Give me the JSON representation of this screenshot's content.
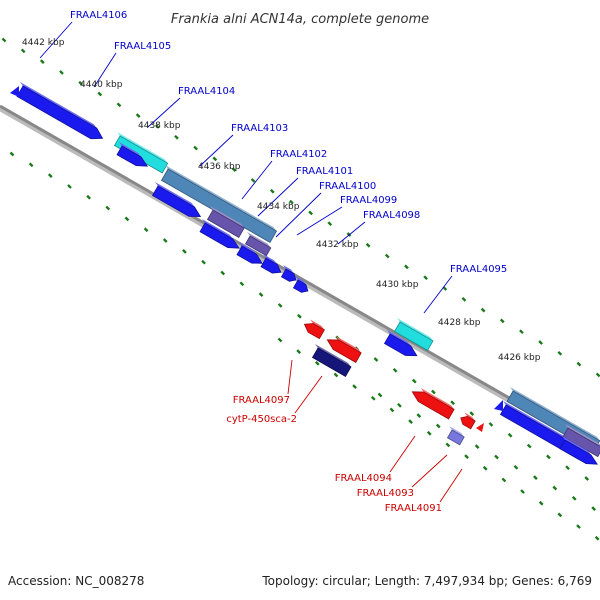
{
  "title": "Frankia alni ACN14a, complete genome",
  "footer": {
    "accession": "Accession: NC_008278",
    "topology": "Topology: circular; Length: 7,497,934 bp; Genes: 6,769"
  },
  "scale_labels": [
    "4442 kbp",
    "4440 kbp",
    "4438 kbp",
    "4436 kbp",
    "4434 kbp",
    "4432 kbp",
    "4430 kbp",
    "4428 kbp",
    "4426 kbp"
  ],
  "forward_gene_labels": [
    "FRAAL4106",
    "FRAAL4105",
    "FRAAL4104",
    "FRAAL4103",
    "FRAAL4102",
    "FRAAL4101",
    "FRAAL4100",
    "FRAAL4099",
    "FRAAL4098",
    "FRAAL4095"
  ],
  "reverse_gene_labels": [
    "FRAAL4097",
    "cytP-450sca-2",
    "FRAAL4094",
    "FRAAL4093",
    "FRAAL4091"
  ],
  "colors": {
    "forward_label": "#0000cc",
    "reverse_label": "#cc0000",
    "backbone": "#888888",
    "tick": "#1a7a1a",
    "cds_forward": "#1a1aee",
    "cds_reverse": "#ee1111",
    "orf_cyan": "#22dddd",
    "steelblue": "#4f86b8",
    "slate": "#6655aa",
    "navy": "#15157a",
    "lavender": "#7777dd"
  }
}
